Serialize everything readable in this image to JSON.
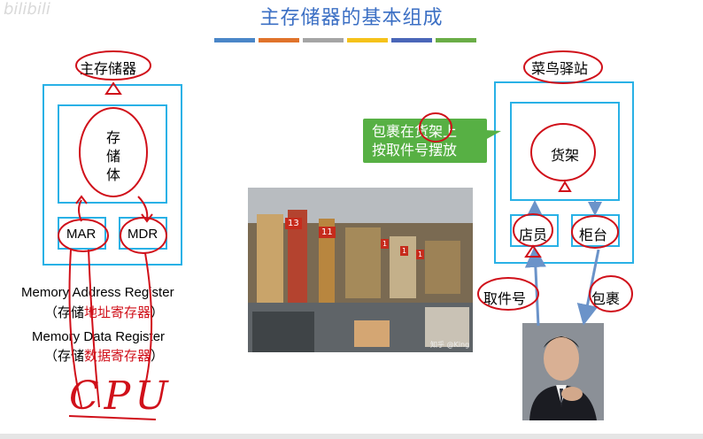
{
  "slide": {
    "watermark": "bilibili",
    "title": "主存储器的基本组成",
    "stripe_colors": [
      "#4a86c8",
      "#e0732b",
      "#a5a5a5",
      "#f5c21a",
      "#4a66b8",
      "#6aad47"
    ]
  },
  "left_diagram": {
    "heading": "主存储器",
    "storage_label": [
      "存",
      "储",
      "体"
    ],
    "mar": "MAR",
    "mdr": "MDR",
    "mar_full": "Memory Address Register",
    "mar_cn_open": "（存储",
    "mar_cn_red": "地址寄存器",
    "mar_cn_close": "）",
    "mdr_full": "Memory Data Register",
    "mdr_cn_open": "（存储",
    "mdr_cn_red": "数据寄存器",
    "mdr_cn_close": "）",
    "cpu_handwritten": "CPU"
  },
  "right_diagram": {
    "heading": "菜鸟驿站",
    "shelf": "货架",
    "clerk": "店员",
    "counter": "柜台",
    "callout_line1": "包裹在货架上",
    "callout_line2": "按取件号摆放",
    "pickup_code": "取件号",
    "package": "包裹"
  },
  "photo": {
    "caption": "知乎 @King",
    "rack_numbers": [
      "13",
      "11",
      "1",
      "1",
      "1"
    ]
  },
  "colors": {
    "diagram_border": "#29b1e6",
    "ink": "#d0101a",
    "callout": "#57b044",
    "arrow": "#6b93c9",
    "title": "#3b6fc4"
  }
}
